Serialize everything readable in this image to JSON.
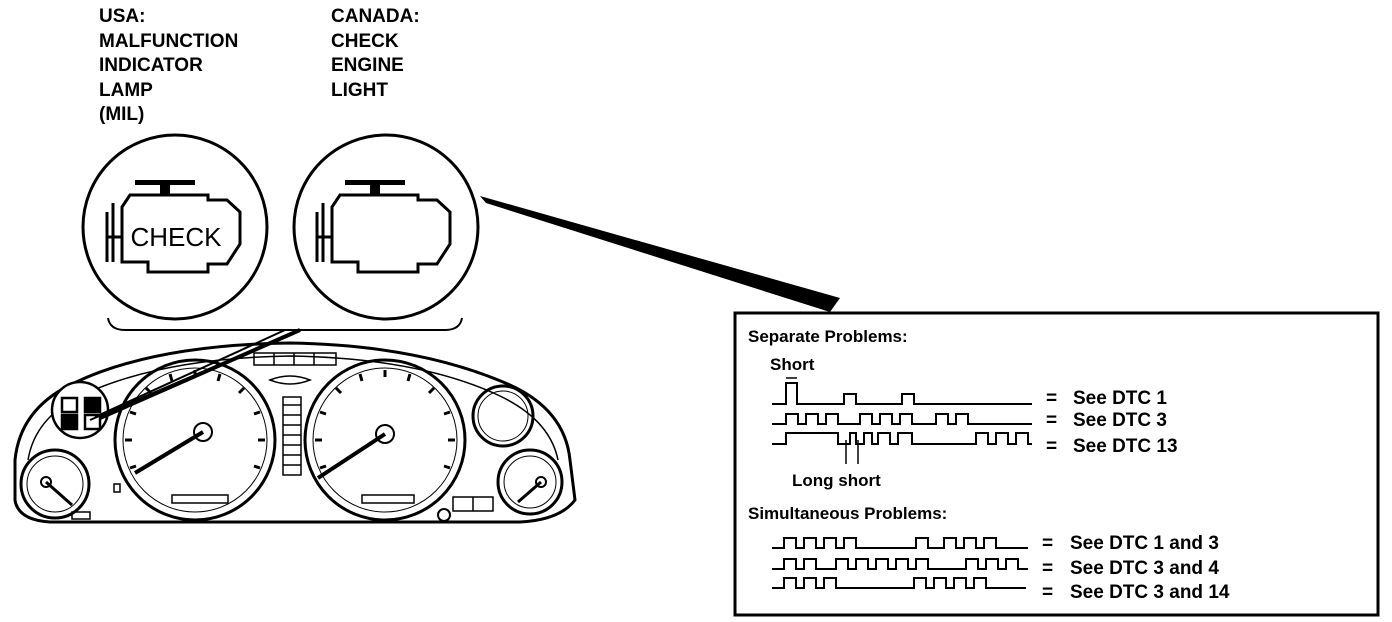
{
  "labels": {
    "usa": [
      "USA:",
      "MALFUNCTION",
      "INDICATOR",
      "LAMP",
      "(MIL)"
    ],
    "canada": [
      "CANADA:",
      "CHECK",
      "ENGINE",
      "LIGHT"
    ]
  },
  "icons": {
    "usa_lamp_text": "CHECK",
    "usa_lamp_icon": "check-engine-icon",
    "canada_lamp_icon": "engine-icon"
  },
  "inset": {
    "separate_title": "Separate Problems:",
    "short_label": "Short",
    "long_short_label": "Long short",
    "separate_rows": [
      {
        "symbol": "=",
        "text": "See DTC 1"
      },
      {
        "symbol": "=",
        "text": "See DTC 3"
      },
      {
        "symbol": "=",
        "text": "See DTC 13"
      }
    ],
    "simultaneous_title": "Simultaneous Problems:",
    "simultaneous_rows": [
      {
        "symbol": "=",
        "text": "See DTC 1 and 3"
      },
      {
        "symbol": "=",
        "text": "See DTC 3 and 4"
      },
      {
        "symbol": "=",
        "text": "See DTC 3 and 14"
      }
    ]
  }
}
